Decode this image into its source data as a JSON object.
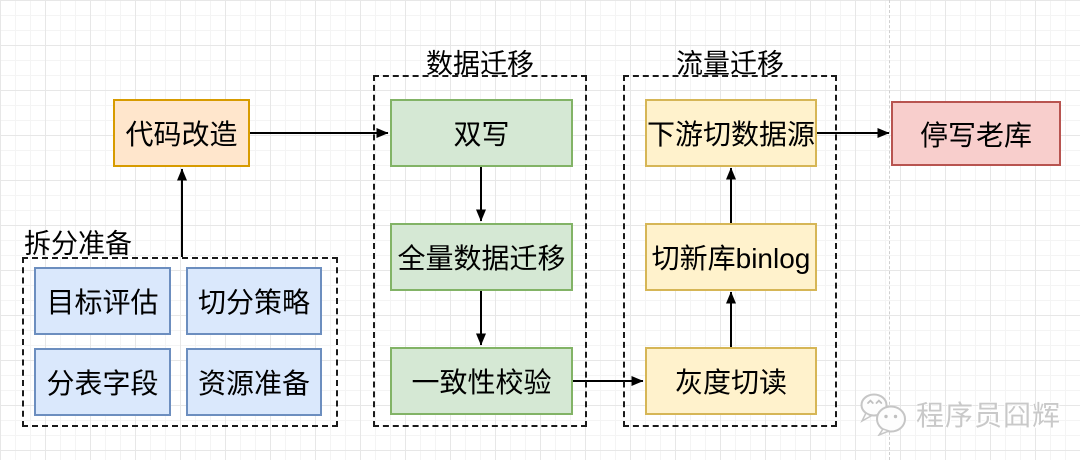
{
  "palette": {
    "orange_fill": "#ffe6cc",
    "orange_border": "#d79b00",
    "blue_fill": "#dae8fc",
    "blue_border": "#6c8ebf",
    "green_fill": "#d5e8d4",
    "green_border": "#82b366",
    "yellow_fill": "#fff2cc",
    "yellow_border": "#d6b656",
    "red_fill": "#f8cecc",
    "red_border": "#b85450",
    "arrow_color": "#000000",
    "grid_major": "#e7e7e7",
    "grid_minor": "#f4f4f4",
    "watermark_color": "#c9c9c9"
  },
  "nodes": {
    "code_refactor": "代码改造",
    "stop_old_db": "停写老库"
  },
  "groups": {
    "prepare": {
      "title": "拆分准备",
      "items": [
        "目标评估",
        "切分策略",
        "分表字段",
        "资源准备"
      ]
    },
    "data_migration": {
      "title": "数据迁移",
      "items": [
        "双写",
        "全量数据迁移",
        "一致性校验"
      ]
    },
    "traffic_migration": {
      "title": "流量迁移",
      "items": [
        "下游切数据源",
        "切新库binlog",
        "灰度切读"
      ]
    }
  },
  "edges": [
    {
      "from": "拆分准备",
      "to": "代码改造"
    },
    {
      "from": "代码改造",
      "to": "双写"
    },
    {
      "from": "双写",
      "to": "全量数据迁移"
    },
    {
      "from": "全量数据迁移",
      "to": "一致性校验"
    },
    {
      "from": "一致性校验",
      "to": "灰度切读"
    },
    {
      "from": "灰度切读",
      "to": "切新库binlog"
    },
    {
      "from": "切新库binlog",
      "to": "下游切数据源"
    },
    {
      "from": "下游切数据源",
      "to": "停写老库"
    }
  ],
  "watermark": {
    "text": "程序员囧辉",
    "icon": "wechat-bubbles-icon"
  }
}
